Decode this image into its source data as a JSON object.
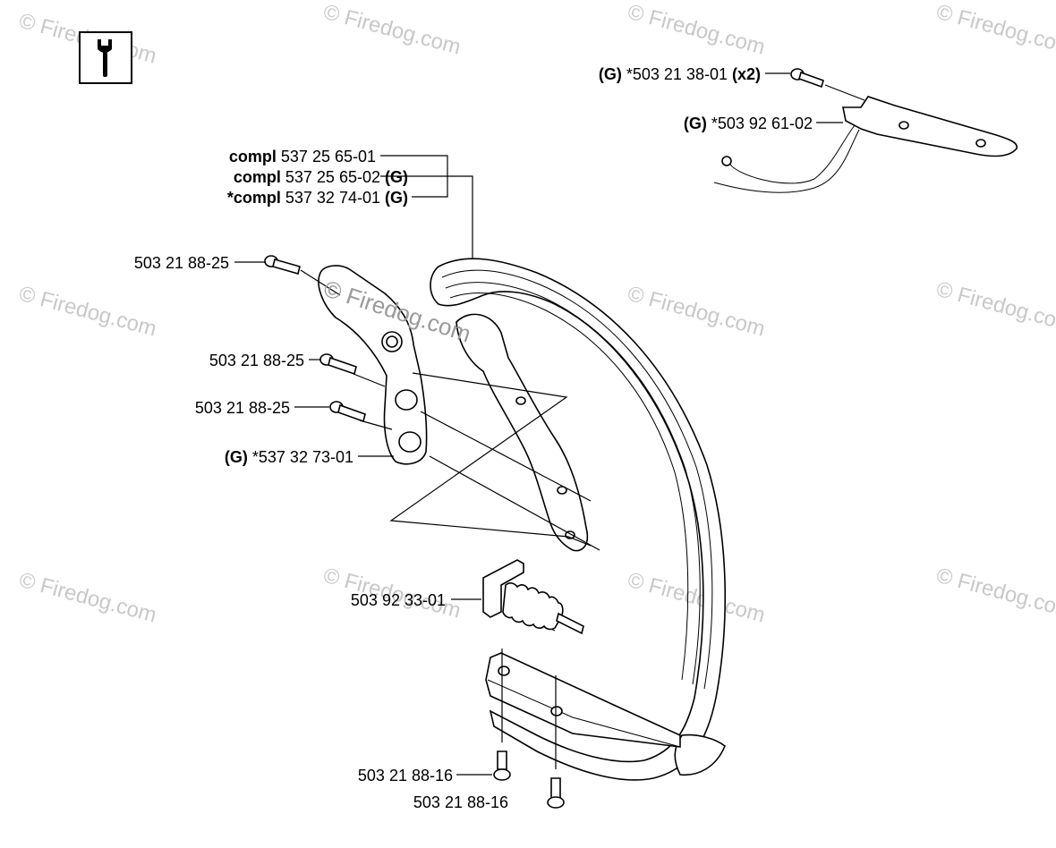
{
  "watermark_text": "© Firedog.com",
  "tool_icon": "wrench-icon",
  "callouts": {
    "c1": {
      "prefix": "compl",
      "number": " 537 25 65-01",
      "suffix": ""
    },
    "c2": {
      "prefix": "compl",
      "number": " 537 25 65-02 ",
      "suffix": "(G)"
    },
    "c3": {
      "prefix": "*compl",
      "number": " 537 32 74-01 ",
      "suffix": "(G)"
    },
    "c4": {
      "prefix": "(G)",
      "number": " *503 21 38-01 ",
      "suffix": "(x2)"
    },
    "c5": {
      "prefix": "(G)",
      "number": " *503 92 61-02",
      "suffix": ""
    },
    "c6": {
      "prefix": "",
      "number": "503 21 88-25",
      "suffix": ""
    },
    "c7": {
      "prefix": "",
      "number": "503 21 88-25",
      "suffix": ""
    },
    "c8": {
      "prefix": "",
      "number": "503 21 88-25",
      "suffix": ""
    },
    "c9": {
      "prefix": "(G)",
      "number": " *537 32 73-01",
      "suffix": ""
    },
    "c10": {
      "prefix": "",
      "number": "503 92 33-01",
      "suffix": ""
    },
    "c11": {
      "prefix": "",
      "number": "503 21 88-16",
      "suffix": ""
    },
    "c12": {
      "prefix": "",
      "number": "503 21 88-16",
      "suffix": ""
    }
  }
}
